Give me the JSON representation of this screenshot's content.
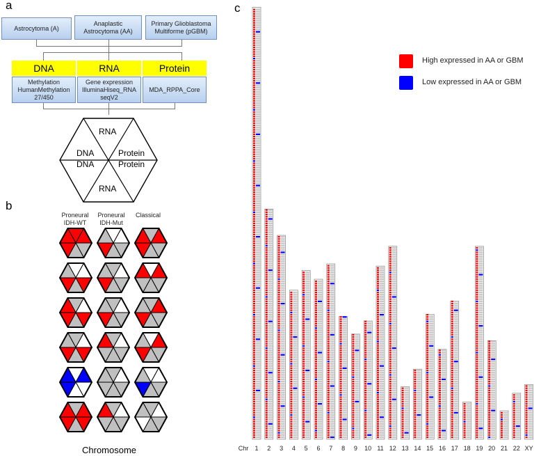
{
  "panel_a": {
    "letter": "a",
    "top_boxes": [
      "Astrocytoma (A)",
      "Anaplastic Astrocytoma (AA)",
      "Primary Glioblastoma Multiforme (pGBM)"
    ],
    "categories": [
      "DNA",
      "RNA",
      "Protein"
    ],
    "sources": [
      "Methylation HumanMethylation 27/450",
      "Gene expression IlluminaHiseq_RNA seqV2",
      "MDA_RPPA_Core"
    ],
    "hexagon_labels": {
      "top": "RNA",
      "left_upper": "DNA",
      "left_lower": "DNA",
      "right_upper": "Protein",
      "right_lower": "Protein",
      "bottom": "RNA"
    }
  },
  "panel_b": {
    "letter": "b",
    "columns": [
      "Proneural IDH-WT",
      "Proneural IDH-Mut",
      "Classical"
    ],
    "xlabel": "Chromosome",
    "colors": {
      "red": "#ff0000",
      "gray": "#c0c0c0",
      "white": "#ffffff",
      "blue": "#0000ff"
    },
    "grid": [
      [
        [
          "R",
          "R",
          "G",
          "G",
          "R",
          "R"
        ],
        [
          "W",
          "W",
          "G",
          "G",
          "R",
          "G"
        ],
        [
          "G",
          "R",
          "G",
          "G",
          "R",
          "R"
        ]
      ],
      [
        [
          "W",
          "W",
          "R",
          "G",
          "R",
          "G"
        ],
        [
          "G",
          "W",
          "G",
          "G",
          "R",
          "G"
        ],
        [
          "W",
          "R",
          "G",
          "G",
          "G",
          "R"
        ]
      ],
      [
        [
          "G",
          "W",
          "R",
          "G",
          "R",
          "R"
        ],
        [
          "G",
          "W",
          "G",
          "G",
          "R",
          "G"
        ],
        [
          "G",
          "R",
          "G",
          "G",
          "R",
          "G"
        ]
      ],
      [
        [
          "G",
          "W",
          "R",
          "G",
          "R",
          "G"
        ],
        [
          "G",
          "W",
          "G",
          "G",
          "G",
          "R"
        ],
        [
          "W",
          "R",
          "G",
          "G",
          "R",
          "G"
        ]
      ],
      [
        [
          "W",
          "B",
          "W",
          "W",
          "B",
          "B"
        ],
        [
          "G",
          "W",
          "G",
          "G",
          "G",
          "G"
        ],
        [
          "W",
          "W",
          "G",
          "G",
          "B",
          "G"
        ]
      ],
      [
        [
          "G",
          "R",
          "R",
          "G",
          "R",
          "R"
        ],
        [
          "G",
          "W",
          "G",
          "G",
          "G",
          "R"
        ],
        [
          "G",
          "W",
          "G",
          "G",
          "W",
          "G"
        ]
      ]
    ]
  },
  "panel_c": {
    "letter": "c",
    "legend": [
      {
        "label": "High expressed in AA or GBM",
        "color": "#ff0000"
      },
      {
        "label": "Low  expressed in AA or GBM",
        "color": "#0000ff"
      }
    ],
    "axis_label": "Chr",
    "chart_data": {
      "type": "bar",
      "categories": [
        "1",
        "2",
        "3",
        "4",
        "5",
        "6",
        "7",
        "8",
        "9",
        "10",
        "11",
        "12",
        "13",
        "14",
        "15",
        "16",
        "17",
        "18",
        "19",
        "20",
        "21",
        "22",
        "XY"
      ],
      "values": [
        197,
        105,
        93,
        68,
        77,
        73,
        80,
        56,
        48,
        54,
        79,
        88,
        24,
        32,
        57,
        41,
        63,
        17,
        88,
        45,
        13,
        21,
        25
      ],
      "ylim": [
        0,
        200
      ],
      "colors": {
        "high": "#ff0000",
        "low": "#0000ff",
        "neutral": "#c8c8c8"
      }
    }
  }
}
